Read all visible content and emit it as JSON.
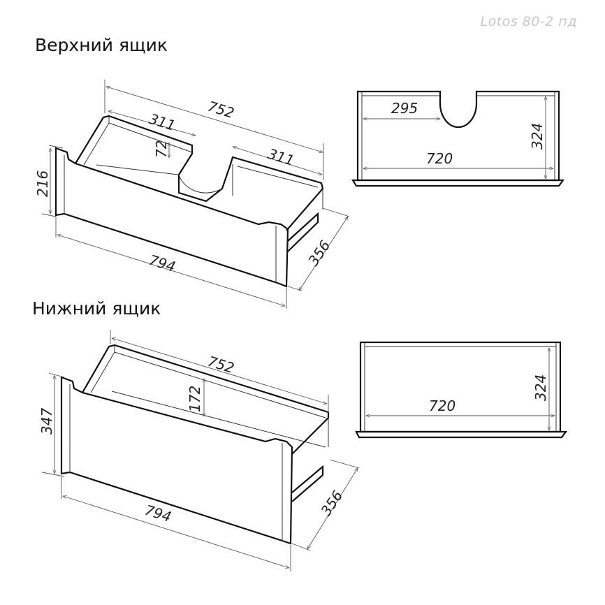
{
  "header": {
    "model_label": "Lotos 80-2 пд"
  },
  "sections": [
    {
      "title": "Верхний ящик",
      "iso_view": {
        "dimensions": {
          "inner_width": "752",
          "left_part": "311",
          "right_part": "311",
          "cutout_depth": "72",
          "front_height": "216",
          "front_width": "794",
          "depth": "356"
        }
      },
      "top_view": {
        "dimensions": {
          "cutout_offset": "295",
          "inner_width": "720",
          "inner_depth": "324"
        }
      }
    },
    {
      "title": "Нижний ящик",
      "iso_view": {
        "dimensions": {
          "inner_width": "752",
          "inner_height": "172",
          "front_height": "347",
          "front_width": "794",
          "depth": "356"
        }
      },
      "top_view": {
        "dimensions": {
          "inner_width": "720",
          "inner_depth": "324"
        }
      }
    }
  ],
  "colors": {
    "line": "#111111",
    "dimension": "#555555",
    "model_label": "#c8c8c8"
  }
}
